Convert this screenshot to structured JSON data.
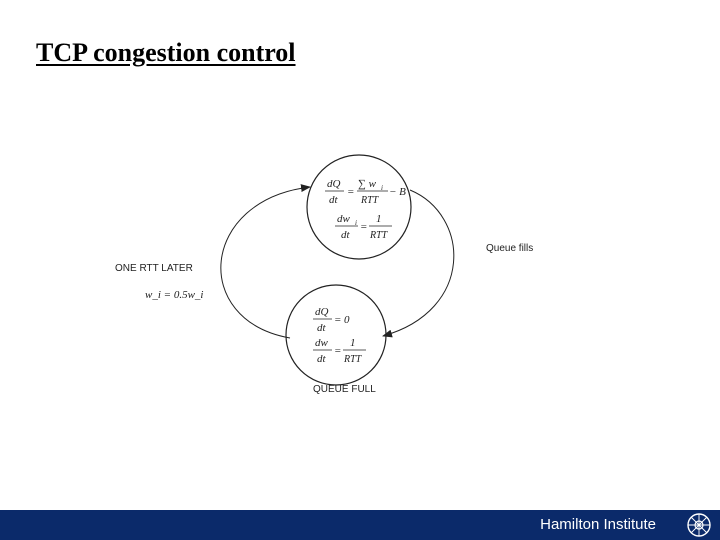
{
  "slide": {
    "title": "TCP congestion control"
  },
  "diagram": {
    "top_state": {
      "eq1": {
        "lhs_num": "dQ",
        "lhs_den": "dt",
        "sum_num": "∑ w",
        "sum_sub": "i",
        "sum_den": "RTT",
        "tail": "− B"
      },
      "eq2": {
        "lhs_num": "dw",
        "lhs_sub": "i",
        "lhs_den": "dt",
        "rhs_num": "1",
        "rhs_den": "RTT"
      }
    },
    "bottom_state": {
      "label": "QUEUE FULL",
      "eq1": {
        "lhs_num": "dQ",
        "lhs_den": "dt",
        "rhs": "0"
      },
      "eq2": {
        "lhs_num": "dw",
        "lhs_den": "dt",
        "rhs_num": "1",
        "rhs_den": "RTT"
      }
    },
    "right_transition": {
      "label": "Queue fills"
    },
    "left_transition": {
      "label": "ONE RTT LATER",
      "update_rule": "w_i = 0.5w_i"
    }
  },
  "footer": {
    "institution": "Hamilton Institute",
    "logo_icon": "hamilton-logo-icon",
    "bar_color": "#0b2a6a"
  }
}
